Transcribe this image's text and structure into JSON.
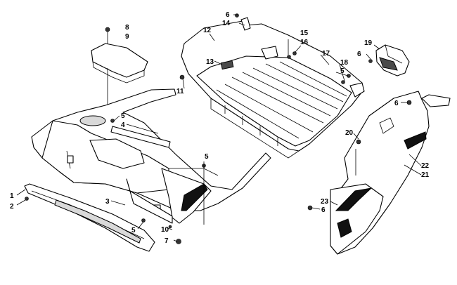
{
  "callouts": [
    {
      "id": "c1",
      "label": "1"
    },
    {
      "id": "c2",
      "label": "2"
    },
    {
      "id": "c3",
      "label": "3"
    },
    {
      "id": "c4",
      "label": "4"
    },
    {
      "id": "c5a",
      "label": "5"
    },
    {
      "id": "c5b",
      "label": "5"
    },
    {
      "id": "c5c",
      "label": "5"
    },
    {
      "id": "c5d",
      "label": "5"
    },
    {
      "id": "c6a",
      "label": "6"
    },
    {
      "id": "c6b",
      "label": "6"
    },
    {
      "id": "c6c",
      "label": "6"
    },
    {
      "id": "c6d",
      "label": "6"
    },
    {
      "id": "c7",
      "label": "7"
    },
    {
      "id": "c8",
      "label": "8"
    },
    {
      "id": "c9",
      "label": "9"
    },
    {
      "id": "c10",
      "label": "10"
    },
    {
      "id": "c11",
      "label": "11"
    },
    {
      "id": "c12",
      "label": "12"
    },
    {
      "id": "c13",
      "label": "13"
    },
    {
      "id": "c14",
      "label": "14"
    },
    {
      "id": "c15",
      "label": "15"
    },
    {
      "id": "c16",
      "label": "16"
    },
    {
      "id": "c17",
      "label": "17"
    },
    {
      "id": "c18",
      "label": "18"
    },
    {
      "id": "c19",
      "label": "19"
    },
    {
      "id": "c20",
      "label": "20"
    },
    {
      "id": "c21",
      "label": "21"
    },
    {
      "id": "c22",
      "label": "22"
    },
    {
      "id": "c23",
      "label": "23"
    }
  ]
}
